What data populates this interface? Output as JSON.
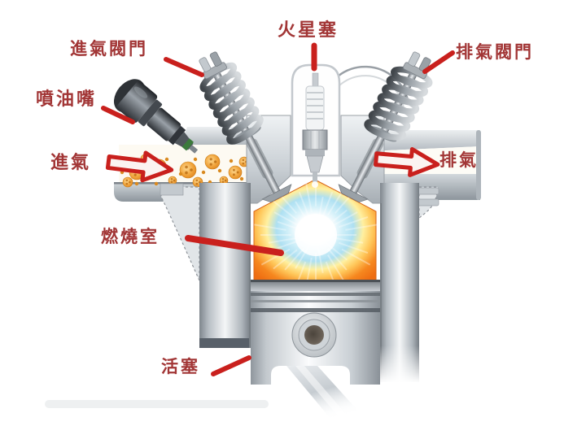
{
  "diagram": {
    "labels": {
      "intake_valve": "進氣閥門",
      "spark_plug": "火星塞",
      "exhaust_valve": "排氣閥門",
      "fuel_injector": "噴油嘴",
      "intake_flow": "進氣",
      "exhaust_flow": "排氣",
      "combustion_chamber": "燃燒室",
      "piston": "活塞"
    },
    "colors": {
      "label_text": "#a23636",
      "annotation_red": "#c9201d",
      "flame_core": "#ffffff",
      "flame_blue": "#aee0f2",
      "flame_yellow": "#ffe07a",
      "flame_orange": "#f5821f",
      "fuel_mixture_dot": "#e8922d",
      "metal_light": "#f2f4f6",
      "metal_dark": "#8b9299"
    }
  }
}
